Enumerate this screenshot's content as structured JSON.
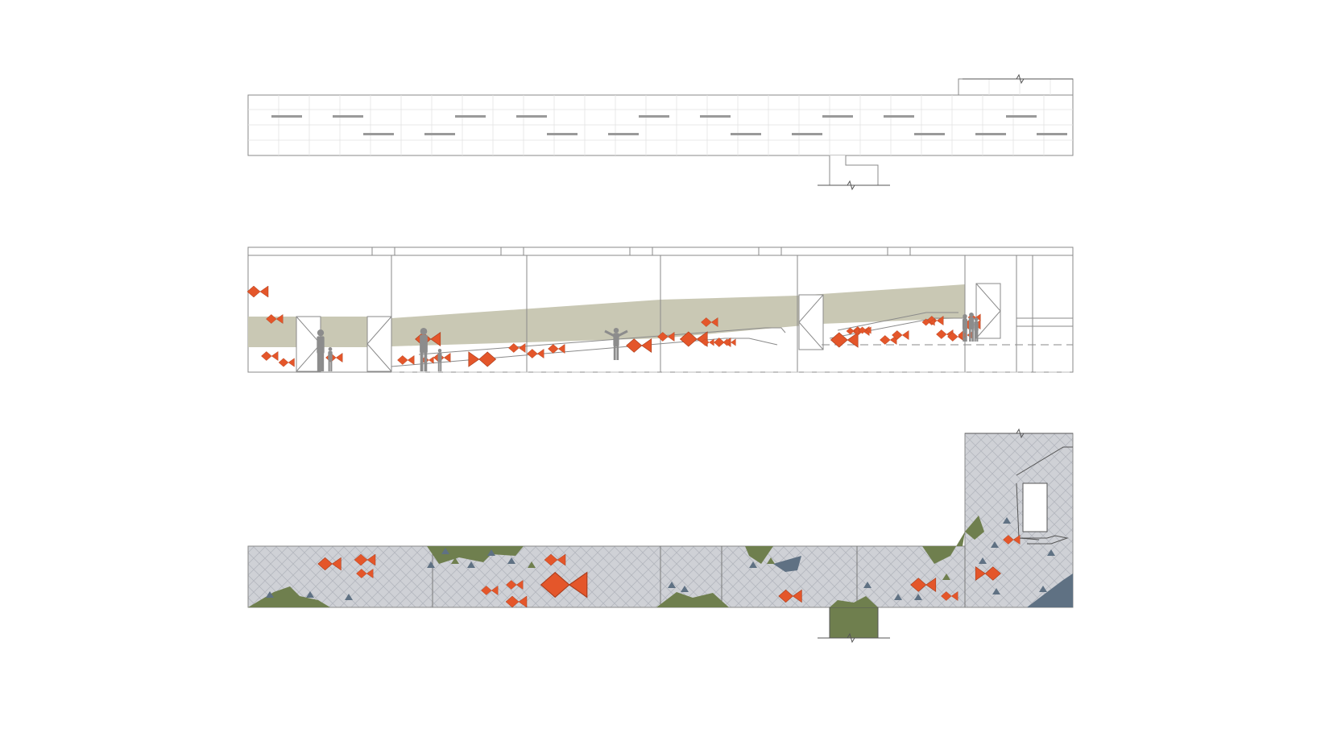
{
  "drawing": {
    "views": [
      {
        "id": "ceiling-plan",
        "kind": "reflected ceiling plan"
      },
      {
        "id": "wall-elevation",
        "kind": "elevation"
      },
      {
        "id": "floor-plan",
        "kind": "floor pattern plan"
      }
    ],
    "palette": {
      "background": "#ffffff",
      "line": "#8a8a8a",
      "dark_line": "#555555",
      "light_fixture": "#9a9a9a",
      "wall_band": "#c9c8b4",
      "fish": "#e4562a",
      "fish_outline": "#a83c1c",
      "figure": "#8c8c8c",
      "floor": "#cfd1d6",
      "floor_hatch": "#b4b7bf",
      "moss": "#6f7f4e",
      "slate": "#5f7183"
    },
    "elevation_fish_count": 33,
    "floor_fish_count": 13,
    "figure_count": 8,
    "icons": [
      "fish-icon",
      "person-icon",
      "door-icon",
      "break-line-icon"
    ]
  }
}
